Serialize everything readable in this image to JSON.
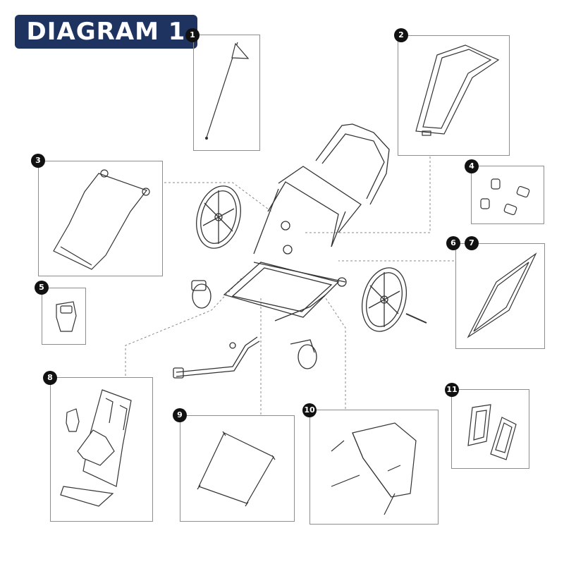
{
  "title": "DIAGRAM 1",
  "colors": {
    "badge_background": "#1f3360",
    "badge_text": "#ffffff",
    "marker_background": "#111111",
    "line": "#333333",
    "panel_border": "#8d8d8d"
  },
  "markers": {
    "m1": "1",
    "m2": "2",
    "m3": "3",
    "m4": "4",
    "m5": "5",
    "m6": "6",
    "m7": "7",
    "m8": "8",
    "m9": "9",
    "m10": "10",
    "m11": "11"
  },
  "parts": [
    {
      "id": "1",
      "depicts": "safety-flag"
    },
    {
      "id": "2",
      "depicts": "rear-cover-panel"
    },
    {
      "id": "3",
      "depicts": "sun-canopy"
    },
    {
      "id": "4",
      "depicts": "clip-set"
    },
    {
      "id": "5",
      "depicts": "buckle"
    },
    {
      "id": "6",
      "depicts": "side-window"
    },
    {
      "id": "7",
      "depicts": "side-window"
    },
    {
      "id": "8",
      "depicts": "child-seat-with-harness"
    },
    {
      "id": "9",
      "depicts": "seat-fabric"
    },
    {
      "id": "10",
      "depicts": "storage-basket"
    },
    {
      "id": "11",
      "depicts": "handlebar-grips"
    }
  ]
}
